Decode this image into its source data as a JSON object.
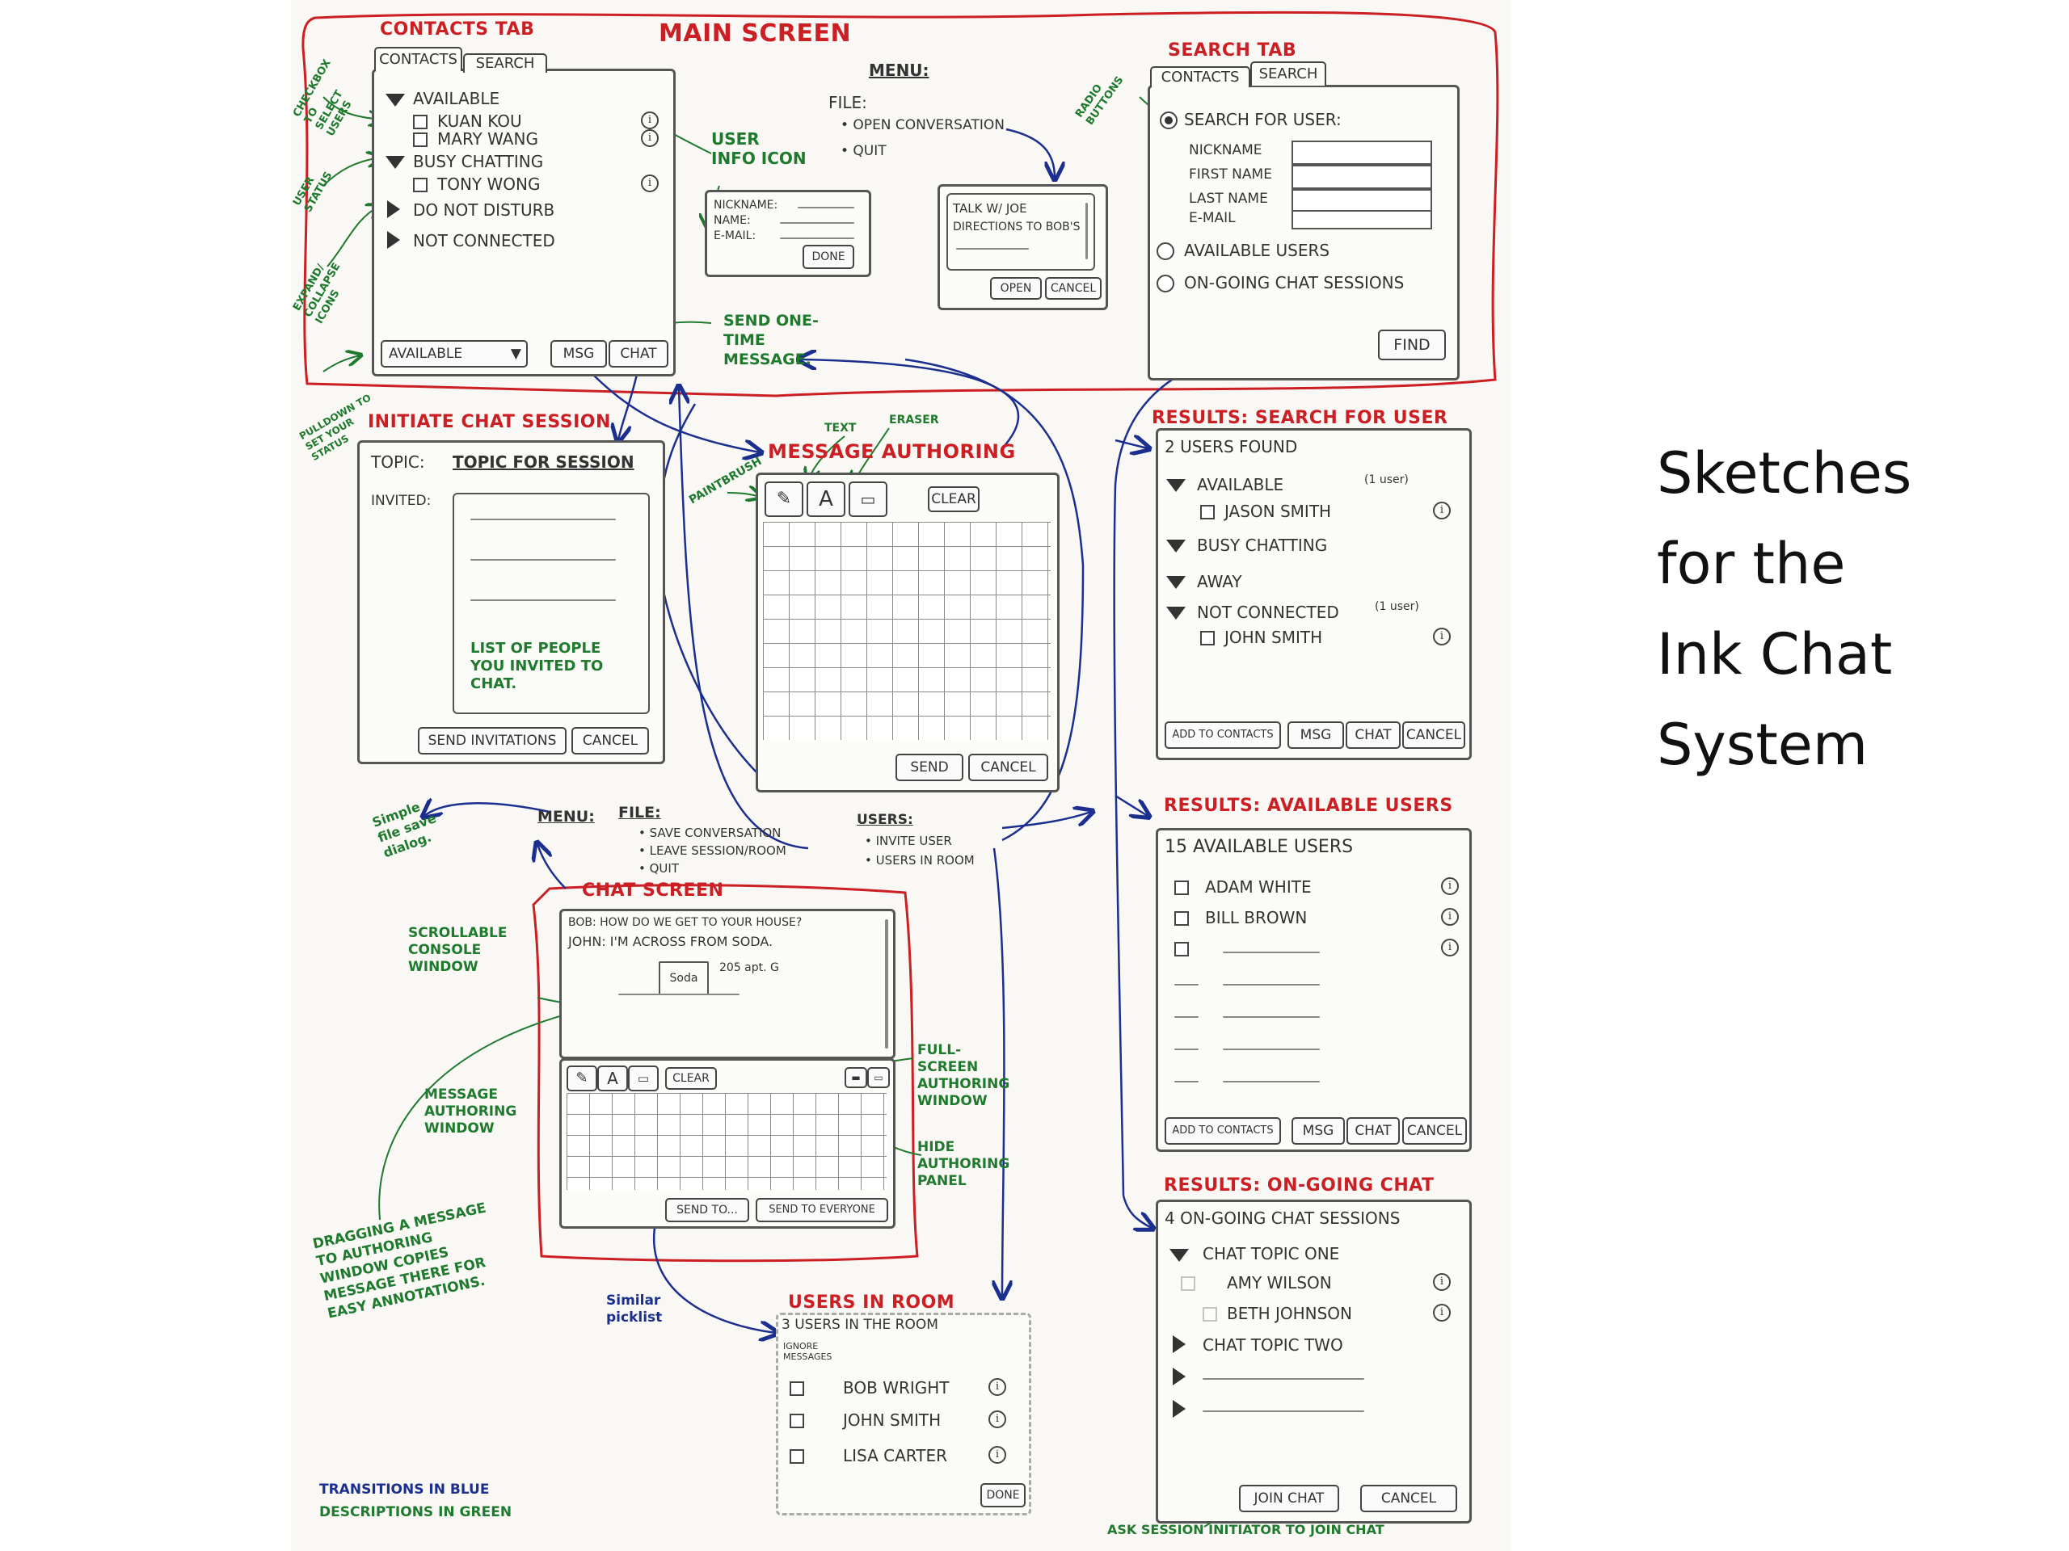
{
  "side_title": [
    "Sketches",
    "for the",
    "Ink Chat",
    "System"
  ],
  "main_screen": {
    "title": "Main Screen",
    "contacts_tab_label": "Contacts Tab",
    "search_tab_label": "Search Tab",
    "menu": {
      "heading": "Menu:",
      "file": "File:",
      "items": [
        "• Open Conversation",
        "• Quit"
      ]
    },
    "contacts": {
      "tabs": [
        "Contacts",
        "Search"
      ],
      "groups": [
        {
          "name": "Available",
          "expanded": true,
          "users": [
            "Kuan Kou",
            "Mary Wang"
          ]
        },
        {
          "name": "Busy Chatting",
          "expanded": true,
          "users": [
            "Tony Wong"
          ]
        },
        {
          "name": "Do Not Disturb",
          "expanded": false,
          "users": []
        },
        {
          "name": "Not Connected",
          "expanded": false,
          "users": []
        }
      ],
      "status_value": "Available",
      "msg_button": "Msg",
      "chat_button": "Chat"
    },
    "user_info_popup": {
      "fields": [
        "Nickname:",
        "Name:",
        "E-mail:"
      ],
      "done_button": "Done"
    },
    "open_conversation_dialog": {
      "items": [
        "Talk w/ Joe",
        "Directions to Bob's"
      ],
      "open_button": "Open",
      "cancel_button": "Cancel"
    },
    "search": {
      "tabs": [
        "Contacts",
        "Search"
      ],
      "option_search_user": "Search for User:",
      "fields": [
        "Nickname",
        "First Name",
        "Last Name",
        "E-mail"
      ],
      "option_available": "Available Users",
      "option_ongoing": "On-going Chat Sessions",
      "find_button": "Find"
    }
  },
  "annotations": {
    "checkbox_select": "Checkbox to select users",
    "user_status": "User status",
    "expand_collapse": "Expand/ collapse icons",
    "pulldown_status": "Pulldown to set your status",
    "user_info_icon": "User info icon",
    "send_one_time": "Send one-time message.",
    "radio_buttons": "Radio buttons",
    "text": "Text",
    "eraser": "Eraser",
    "paintbrush": "Paintbrush",
    "simple_file_save": "Simple file save dialog.",
    "scrollable_console": "Scrollable console window",
    "message_authoring": "Message authoring window",
    "full_screen": "Full-screen authoring window",
    "hide_authoring": "Hide authoring panel",
    "dragging": "Dragging a message to authoring window copies message there for easy annotations.",
    "similar_picklist": "Similar picklist",
    "ask_session": "Ask session initiator to join chat",
    "legend_blue": "Transitions in blue",
    "legend_green": "Descriptions in green"
  },
  "initiate_chat": {
    "title": "Initiate Chat Session",
    "topic_label": "Topic:",
    "topic_value": "Topic for Session",
    "invited_label": "Invited:",
    "list_note": "List of people you invited to chat.",
    "send_button": "Send Invitations",
    "cancel_button": "Cancel"
  },
  "message_authoring": {
    "title": "Message Authoring",
    "clear_button": "Clear",
    "send_button": "Send",
    "cancel_button": "Cancel"
  },
  "chat_screen": {
    "title": "Chat Screen",
    "menu_heading": "Menu:",
    "file_heading": "File:",
    "file_items": [
      "• Save Conversation",
      "• Leave Session/Room",
      "• Quit"
    ],
    "users_heading": "Users:",
    "users_items": [
      "• Invite User",
      "• Users in Room"
    ],
    "console_lines": [
      "Bob: How do we get to your house?",
      "John: I'm across from Soda."
    ],
    "sketch_soda": "Soda",
    "sketch_addr": "205 apt. G",
    "clear_button": "Clear",
    "send_to_button": "Send to...",
    "send_everyone_button": "Send to Everyone"
  },
  "users_in_room": {
    "title": "Users in Room",
    "count": "3 Users in the Room",
    "ignore_label": "Ignore messages",
    "users": [
      "Bob Wright",
      "John Smith",
      "Lisa Carter"
    ],
    "done_button": "Done"
  },
  "results_search_user": {
    "title": "Results: Search for User",
    "count": "2 Users Found",
    "groups": [
      {
        "name": "Available",
        "note": "(1 user)",
        "users": [
          "Jason Smith"
        ]
      },
      {
        "name": "Busy Chatting",
        "note": "",
        "users": []
      },
      {
        "name": "Away",
        "note": "",
        "users": []
      },
      {
        "name": "Not Connected",
        "note": "(1 user)",
        "users": [
          "John Smith"
        ]
      }
    ],
    "buttons": [
      "Add to Contacts",
      "Msg",
      "Chat",
      "Cancel"
    ]
  },
  "results_available": {
    "title": "Results: Available Users",
    "count": "15 Available Users",
    "users": [
      "Adam White",
      "Bill Brown"
    ],
    "buttons": [
      "Add to Contacts",
      "Msg",
      "Chat",
      "Cancel"
    ]
  },
  "results_ongoing": {
    "title": "Results: On-going Chat",
    "count": "4 On-going Chat Sessions",
    "sessions": [
      {
        "topic": "Chat Topic One",
        "users": [
          "Amy Wilson",
          "Beth Johnson"
        ]
      },
      {
        "topic": "Chat Topic Two",
        "users": []
      }
    ],
    "join_button": "Join Chat",
    "cancel_button": "Cancel"
  },
  "colors": {
    "red": "#cc1f24",
    "green": "#1f7a2e",
    "blue": "#1b2f8f"
  }
}
